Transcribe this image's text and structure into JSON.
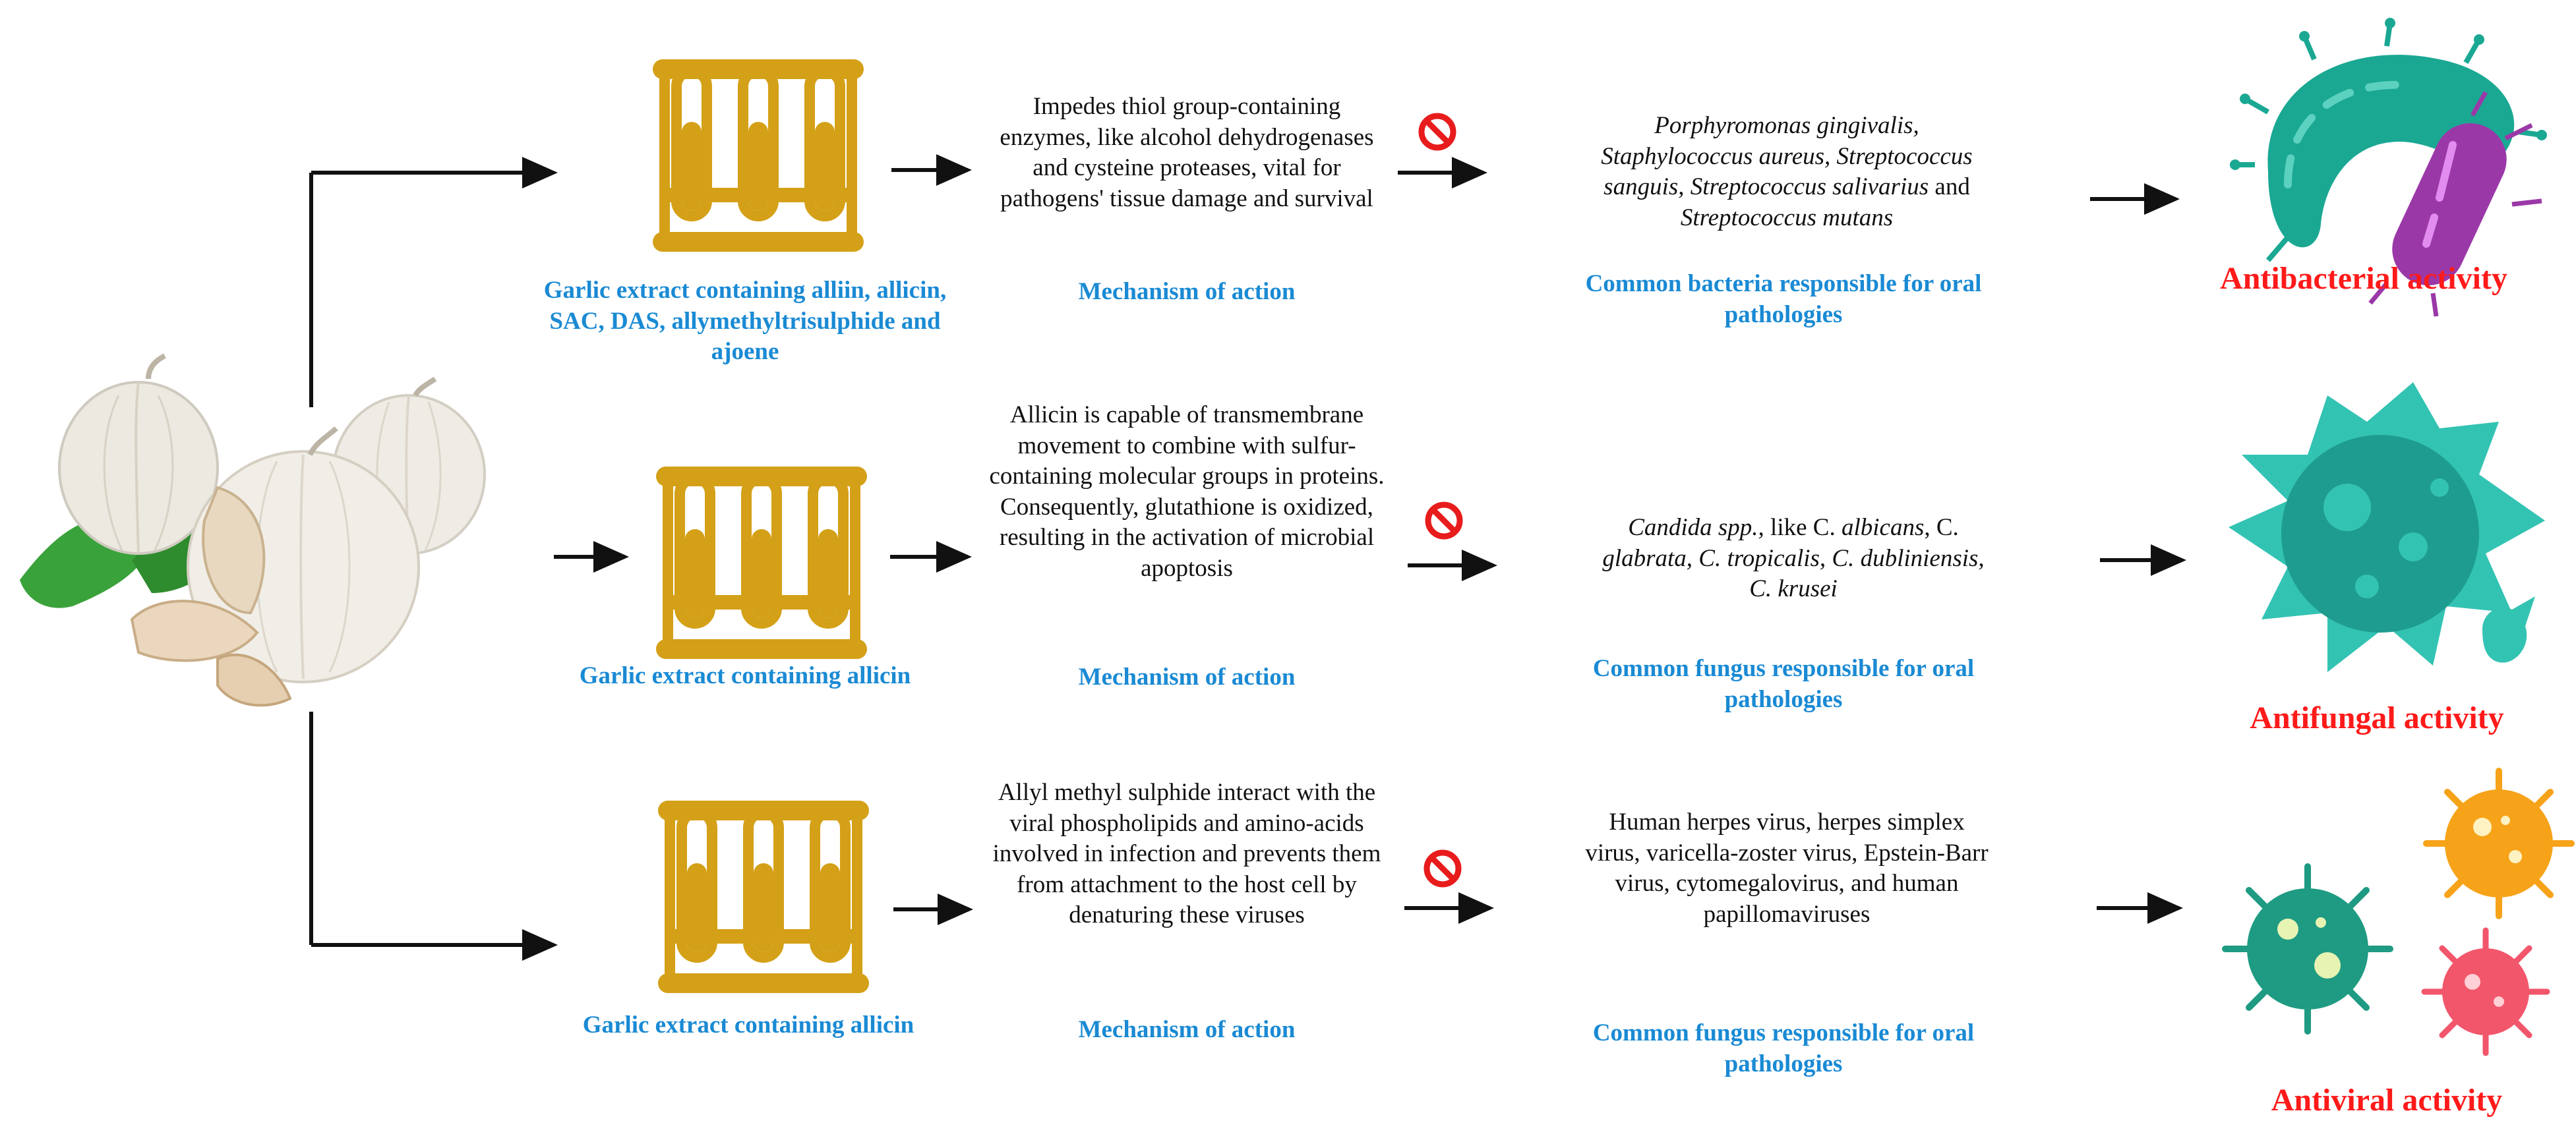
{
  "rows": [
    {
      "extract": "Garlic extract containing alliin, allicin, SAC, DAS, allymethyltrisulphide and ajoene",
      "mechanism": "Impedes thiol group-containing enzymes, like alcohol dehydrogenases and cysteine proteases, vital for pathogens' tissue damage and survival",
      "mechanism_label": "Mechanism of action",
      "pathogens": {
        "p1": "Porphyromonas gingivalis,",
        "p2": "Staphylococcus aureus, Streptococcus",
        "p3": "sanguis, Streptococcus salivarius",
        "p4": " and",
        "p5": "Streptococcus mutans"
      },
      "pathogen_label": "Common bacteria responsible for oral pathologies",
      "activity": "Antibacterial activity"
    },
    {
      "extract": "Garlic extract containing allicin",
      "mechanism": "Allicin is capable of transmembrane movement to combine with sulfur-containing molecular groups in proteins. Consequently, glutathione is oxidized, resulting in the activation of microbial apoptosis",
      "mechanism_label": "Mechanism of action",
      "pathogens": {
        "p1": "Candida spp.,",
        "p2": " like C. ",
        "p3": "albicans",
        "p4": ", C.",
        "p5": "glabrata, C. tropicalis, C. dubliniensis,",
        "p6": "C. krusei"
      },
      "pathogen_label": "Common fungus responsible for oral pathologies",
      "activity": "Antifungal activity"
    },
    {
      "extract": "Garlic extract containing allicin",
      "mechanism": "Allyl methyl sulphide interact with the viral phospholipids and amino-acids involved in infection and prevents them from attachment to the host cell by denaturing these viruses",
      "mechanism_label": "Mechanism of action",
      "pathogens": {
        "p1": "Human herpes virus, herpes simplex virus, varicella-zoster virus, Epstein-Barr virus, cytomegalovirus, and human papillomaviruses"
      },
      "pathogen_label": "Common fungus responsible for oral pathologies",
      "activity": "Antiviral activity"
    }
  ],
  "colors": {
    "text_blue": "#1a8ad4",
    "text_red": "#ff1a1a",
    "test_tube_gold": "#d4a017",
    "prohibition_red": "#e81c1c",
    "bacteria_teal": "#1aa893",
    "bacteria_purple": "#9b38a8",
    "fungus_teal": "#33c3b3",
    "virus_orange": "#f6a319",
    "virus_green": "#1e9b82",
    "virus_pink": "#f2566b"
  }
}
